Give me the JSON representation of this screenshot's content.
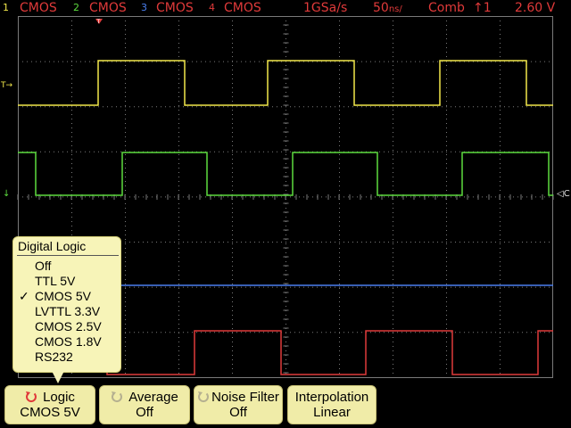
{
  "status": {
    "channels": [
      {
        "num": "1",
        "label": "CMOS",
        "color": "#f2e84b"
      },
      {
        "num": "2",
        "label": "CMOS",
        "color": "#5ddc3f"
      },
      {
        "num": "3",
        "label": "CMOS",
        "color": "#4a7ff0"
      },
      {
        "num": "4",
        "label": "CMOS",
        "color": "#e03a3a"
      }
    ],
    "sample_rate": "1GSa/s",
    "time_div": "50",
    "time_div_unit": "ns/",
    "trigger_mode": "Comb",
    "trigger_slope": "↑1",
    "trigger_level": "2.60",
    "trigger_level_unit": "V"
  },
  "markers": {
    "trigger_pos": "T",
    "ch1_ground": "T→",
    "ch2_ground": "↓",
    "trigger_marker_right": "◁C"
  },
  "menu": {
    "title": "Digital Logic",
    "items": [
      "Off",
      "TTL 5V",
      "CMOS 5V",
      "LVTTL 3.3V",
      "CMOS 2.5V",
      "CMOS 1.8V",
      "RS232"
    ],
    "selected": "CMOS 5V",
    "check": "✓"
  },
  "softkeys": [
    {
      "label": "Logic",
      "value": "CMOS 5V",
      "icon": "rotate-knob-icon",
      "icon_color": "#e03a3a"
    },
    {
      "label": "Average",
      "value": "Off",
      "icon": "rotate-knob-icon",
      "icon_color": "#b5b090"
    },
    {
      "label": "Noise Filter",
      "value": "Off",
      "icon": "rotate-knob-icon",
      "icon_color": "#b5b090"
    },
    {
      "label": "Interpolation",
      "value": "Linear"
    }
  ],
  "colors": {
    "ch1": "#f2e84b",
    "ch2": "#5ddc3f",
    "ch3": "#4a7ff0",
    "ch4": "#e03a3a",
    "grid": "#7a7a7a",
    "accent_text": "#e03a3a",
    "menu_bg": "#f7f4b8"
  }
}
